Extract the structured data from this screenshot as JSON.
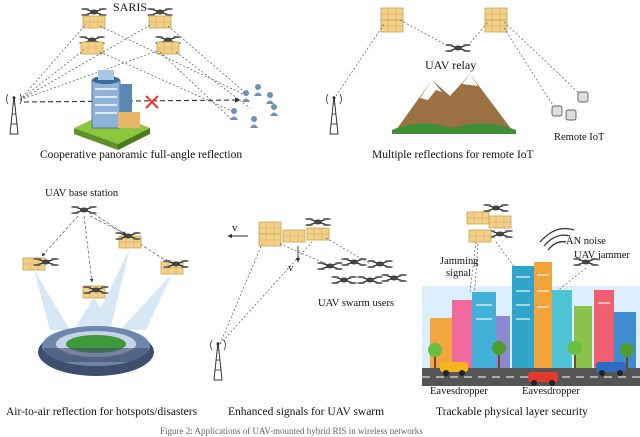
{
  "panels": {
    "p1": {
      "top_label": "SARIS",
      "caption": "Cooperative panoramic full-angle reflection"
    },
    "p2": {
      "top_label": "UAV relay",
      "caption": "Multiple reflections for remote IoT",
      "iot_label": "Remote IoT"
    },
    "p3": {
      "top_label": "UAV base station",
      "caption": "Air-to-air reflection for hotspots/disasters"
    },
    "p4": {
      "v_label_1": "v",
      "v_label_2": "v",
      "swarm_label": "UAV swarm users",
      "caption": "Enhanced signals for UAV swarm"
    },
    "p5": {
      "jam_signal_1": "Jamming",
      "jam_signal_2": "signal",
      "an_noise": "AN noise",
      "jammer": "UAV jammer",
      "eaves_1": "Eavesdropper",
      "eaves_2": "Eavesdropper",
      "caption": "Trackable physical layer security"
    }
  },
  "figure_caption": "Figure 2: Applications of UAV-mounted hybrid RIS in wireless networks",
  "colors": {
    "ris": "#f2d08a",
    "ris_edge": "#c9a24a",
    "sky": "#dcefff",
    "beam": "#cfe3f4",
    "car_red": "#e23b2e",
    "car_yellow": "#f5b51c",
    "car_blue": "#2c6cc4"
  }
}
